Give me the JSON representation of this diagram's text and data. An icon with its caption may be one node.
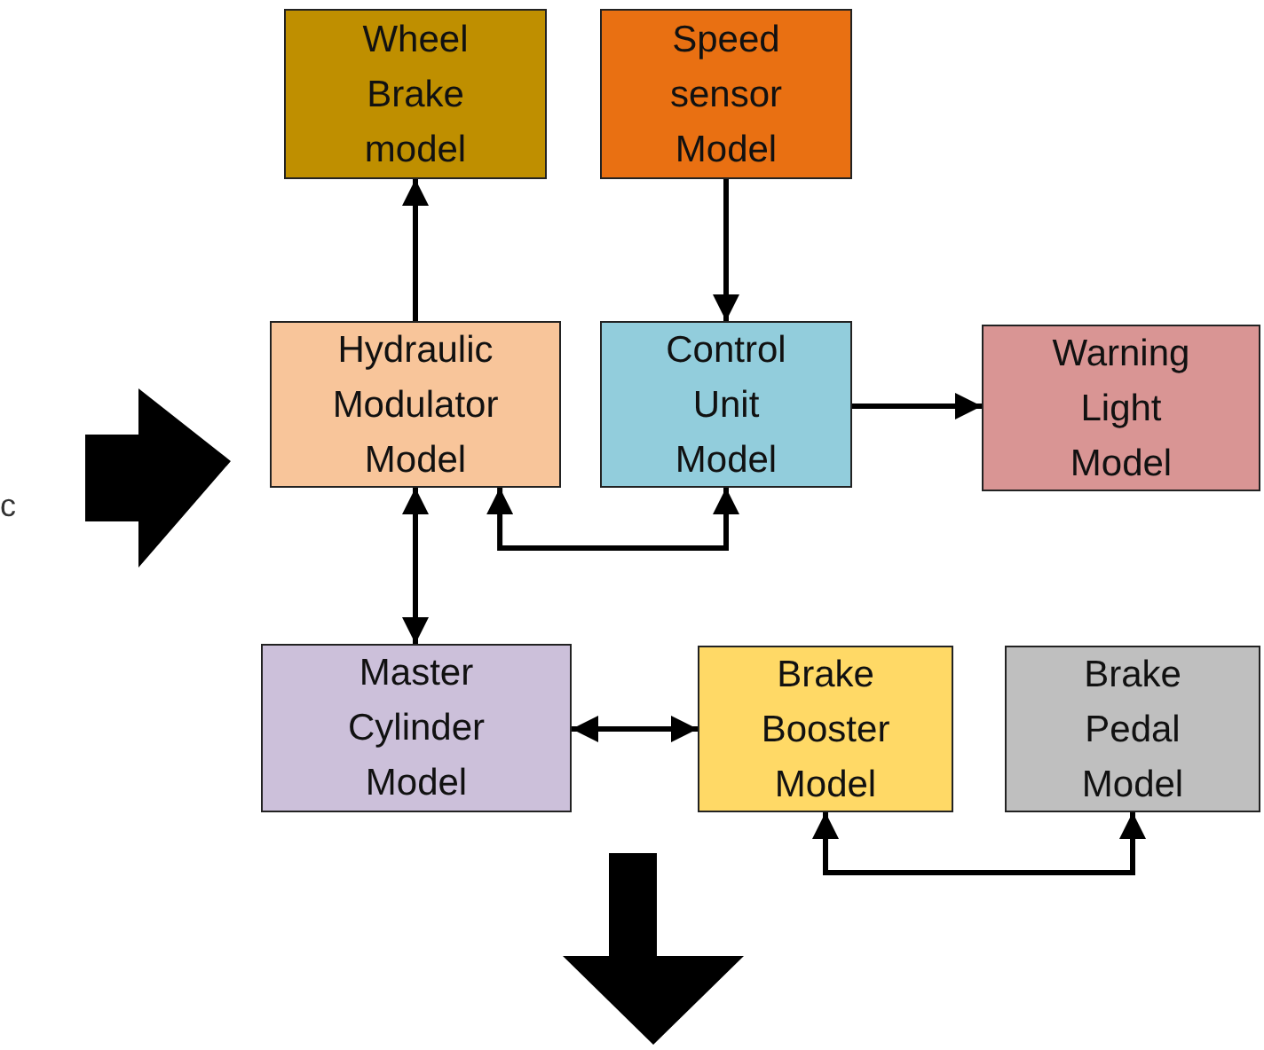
{
  "diagram": {
    "nodes": [
      {
        "text": [
          "Wheel Brake model"
        ]
      },
      {
        "text": [
          "Speed sensor Model"
        ]
      },
      {
        "text": [
          "Hydraulic Modulator Model"
        ]
      },
      {
        "text": [
          "Control Unit Model"
        ]
      },
      {
        "text": [
          "Warning Light Model"
        ]
      },
      {
        "text": [
          "Master Cylinder Model"
        ]
      },
      {
        "text": [
          "Brake Booster Model"
        ]
      },
      {
        "text": [
          "Brake Pedal Model"
        ]
      }
    ],
    "edges": [
      {
        "from": 2,
        "to": 0,
        "arrow": "to"
      },
      {
        "from": 1,
        "to": 3,
        "arrow": "to"
      },
      {
        "from": 3,
        "to": 4,
        "arrow": "to"
      },
      {
        "from": 3,
        "to": 2,
        "arrow": "both"
      },
      {
        "from": 2,
        "to": 5,
        "arrow": "both"
      },
      {
        "from": 5,
        "to": 6,
        "arrow": "both"
      },
      {
        "from": 6,
        "to": 7,
        "arrow": "both"
      }
    ],
    "labels": [
      "c"
    ]
  }
}
